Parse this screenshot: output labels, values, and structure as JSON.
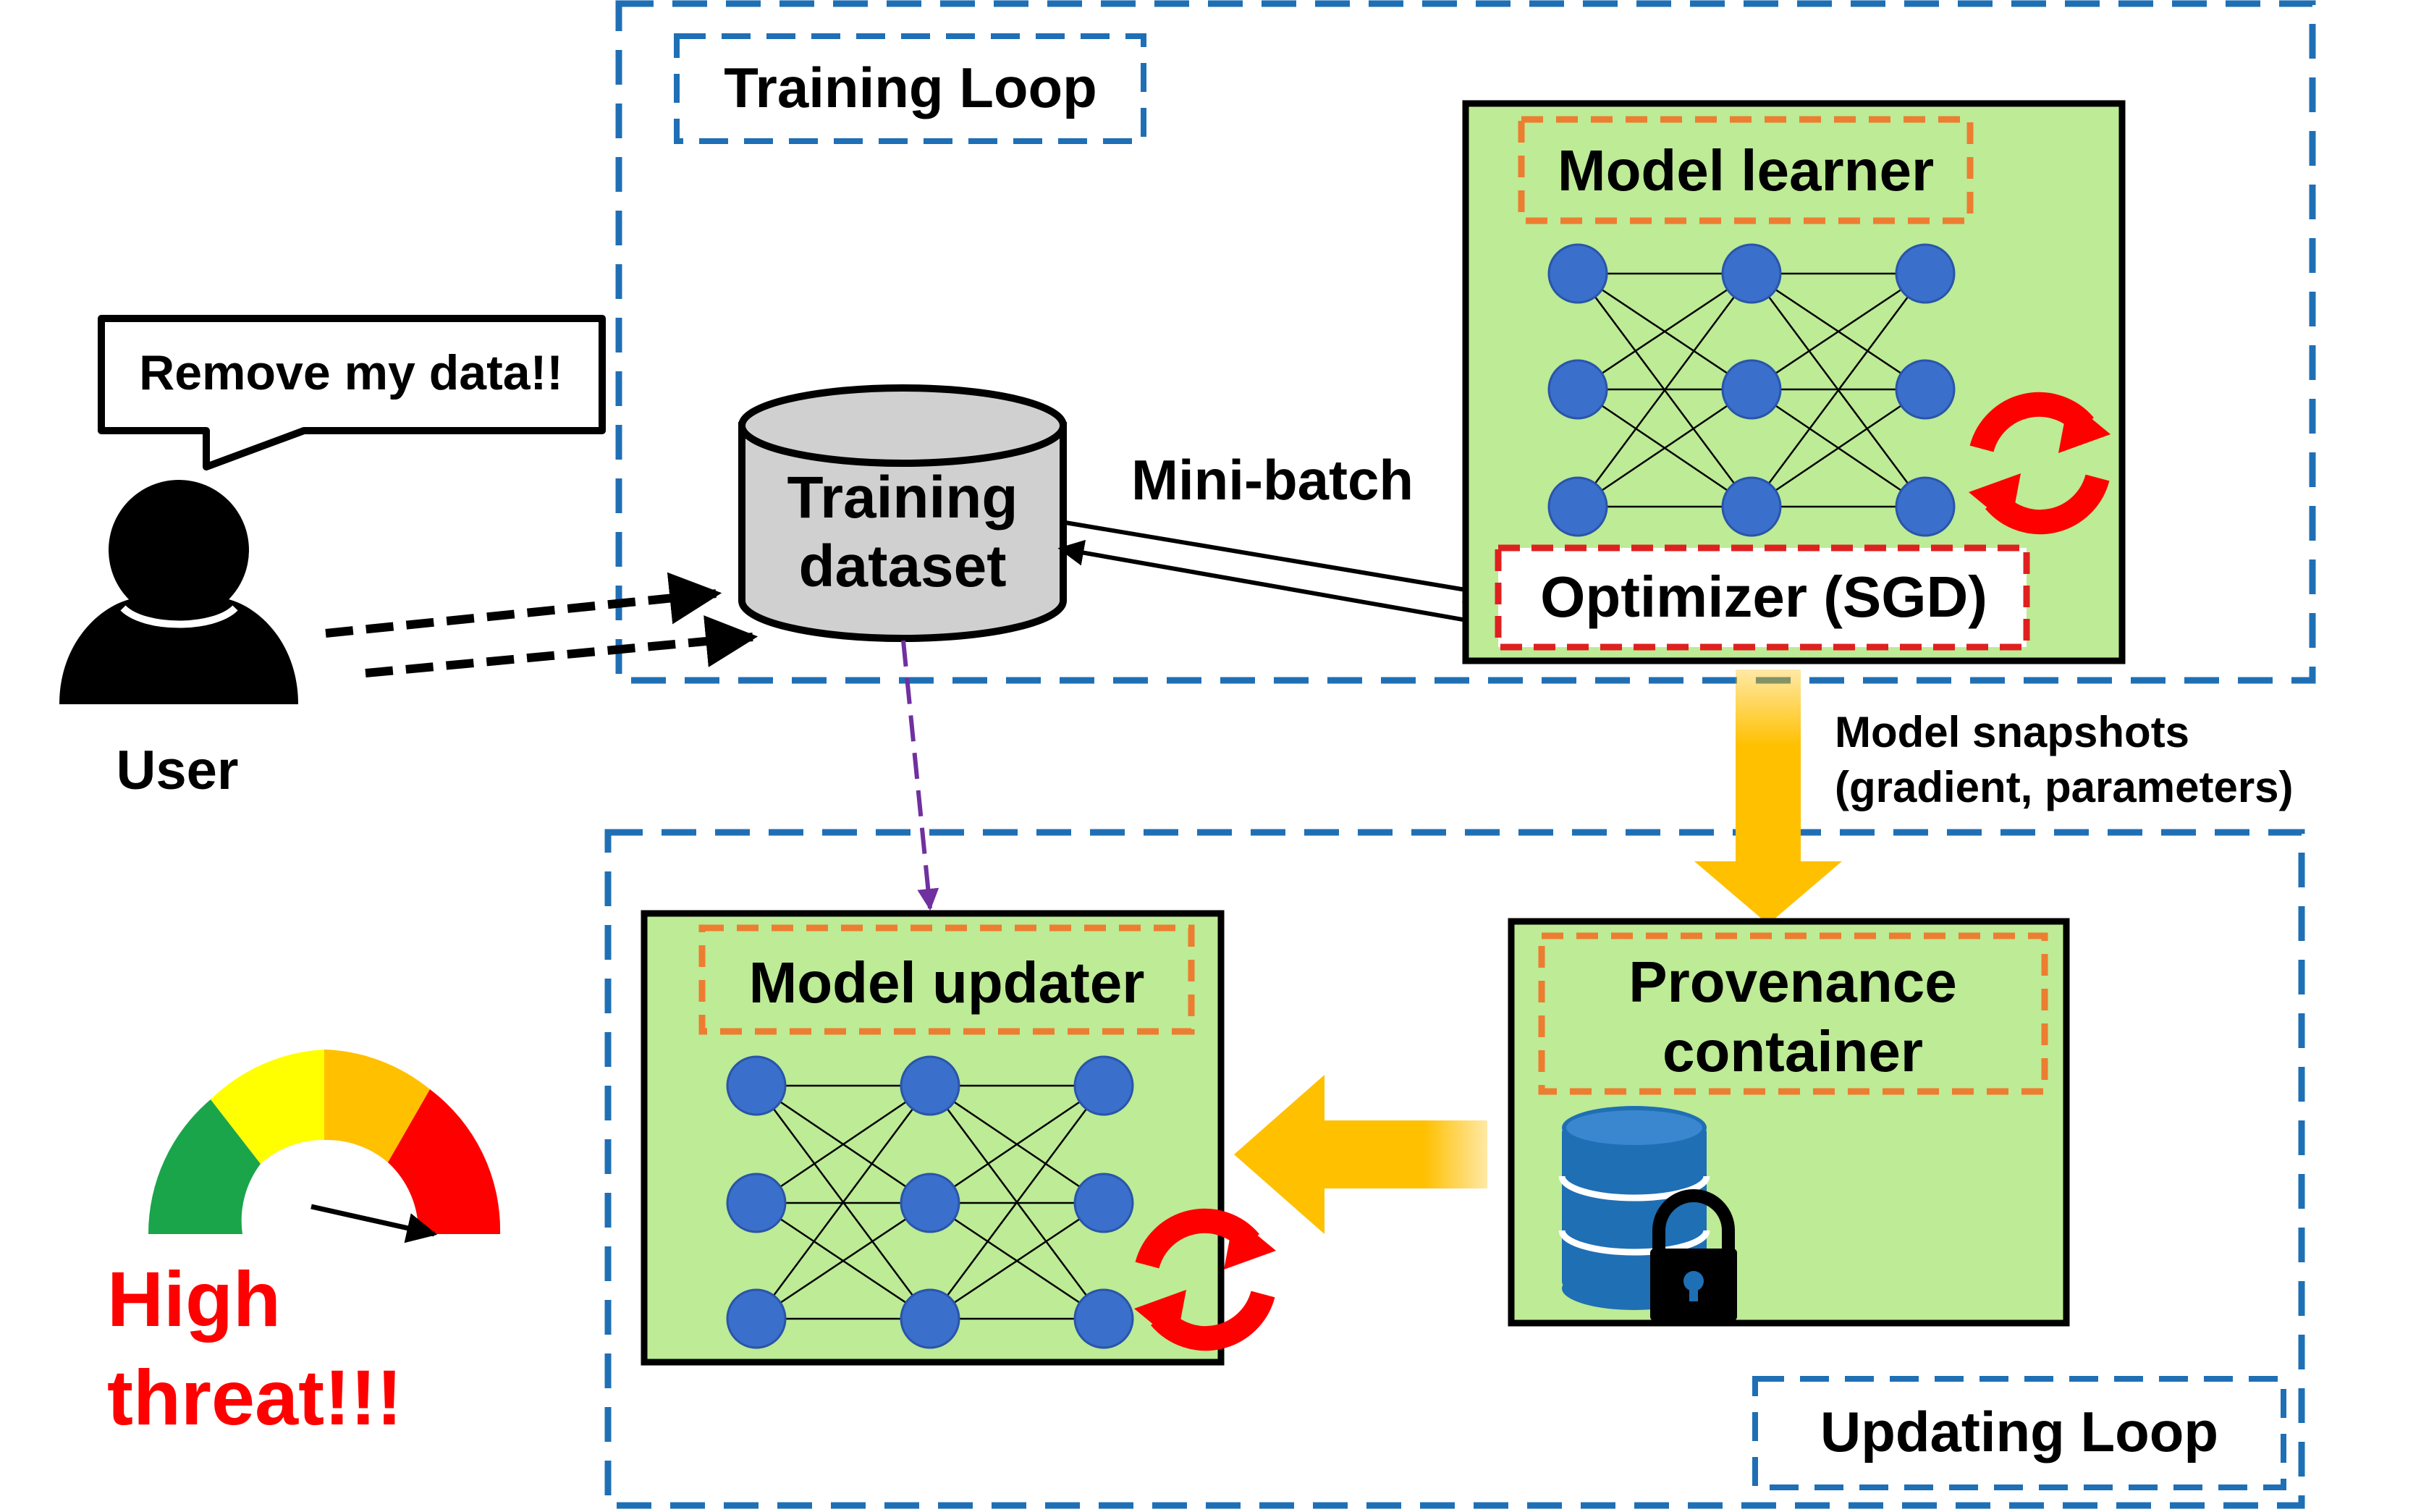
{
  "loops": {
    "training_title": "Training Loop",
    "updating_title": "Updating Loop"
  },
  "user": {
    "label": "User",
    "speech": "Remove my data!!"
  },
  "dataset": {
    "line1": "Training",
    "line2": "dataset"
  },
  "edges": {
    "minibatch": "Mini-batch",
    "snapshots_line1": "Model snapshots",
    "snapshots_line2": "(gradient, parameters)"
  },
  "learner": {
    "title": "Model learner",
    "optimizer": "Optimizer (SGD)"
  },
  "provenance": {
    "line1": "Provenance",
    "line2": "container"
  },
  "updater": {
    "title": "Model updater"
  },
  "threat": {
    "line1": "High",
    "line2": "threat!!!"
  },
  "colors": {
    "loop_border": "#1f6fb5",
    "box_fill": "#bdeb96",
    "orange_dash": "#ed7d31",
    "red_dash": "#e02020",
    "node": "#3a6fcc",
    "node_stroke": "#2a55a8",
    "arrow_yellow": "#ffc000",
    "purple_dash": "#7030a0",
    "threat_red": "#ff0000",
    "gauge_green": "#1aa54a",
    "gauge_yellow": "#ffff00",
    "gauge_orange": "#ffc000",
    "gauge_red": "#ff0000",
    "cylinder_fill": "#d0d0d0",
    "db_blue": "#1f6fb5"
  }
}
